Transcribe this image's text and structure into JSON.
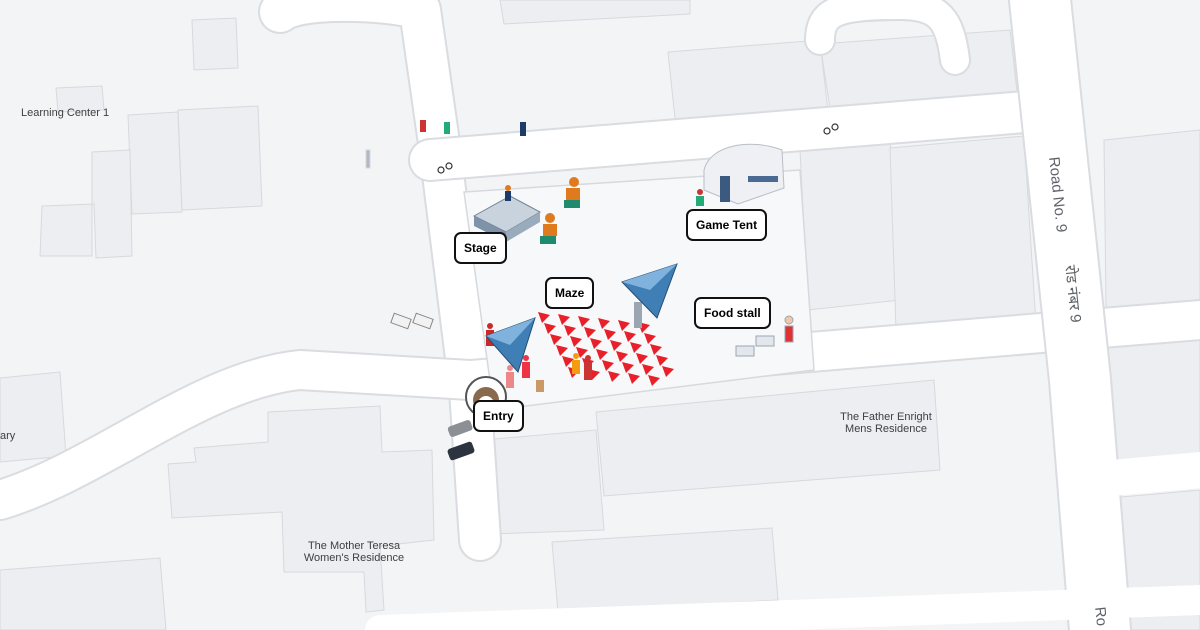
{
  "map_labels": {
    "learning_center": "Learning Center 1",
    "library_partial": "ary",
    "mother_teresa": "The Mother Teresa Women's Residence",
    "father_enright": "The Father Enright Mens Residence"
  },
  "roads": {
    "road9_en": "Road No. 9",
    "road9_hi": "रोड नंबर 9",
    "road_partial": "Ro"
  },
  "event_points": [
    {
      "label": "Stage"
    },
    {
      "label": "Maze"
    },
    {
      "label": "Game Tent"
    },
    {
      "label": "Food stall"
    },
    {
      "label": "Entry"
    }
  ],
  "colors": {
    "background": "#f3f4f6",
    "road": "#ffffff",
    "building": "#eceef1",
    "venue": "#f7f8fa",
    "maze_arrow": "#e8202a",
    "pointer": "#3f7fb5"
  }
}
